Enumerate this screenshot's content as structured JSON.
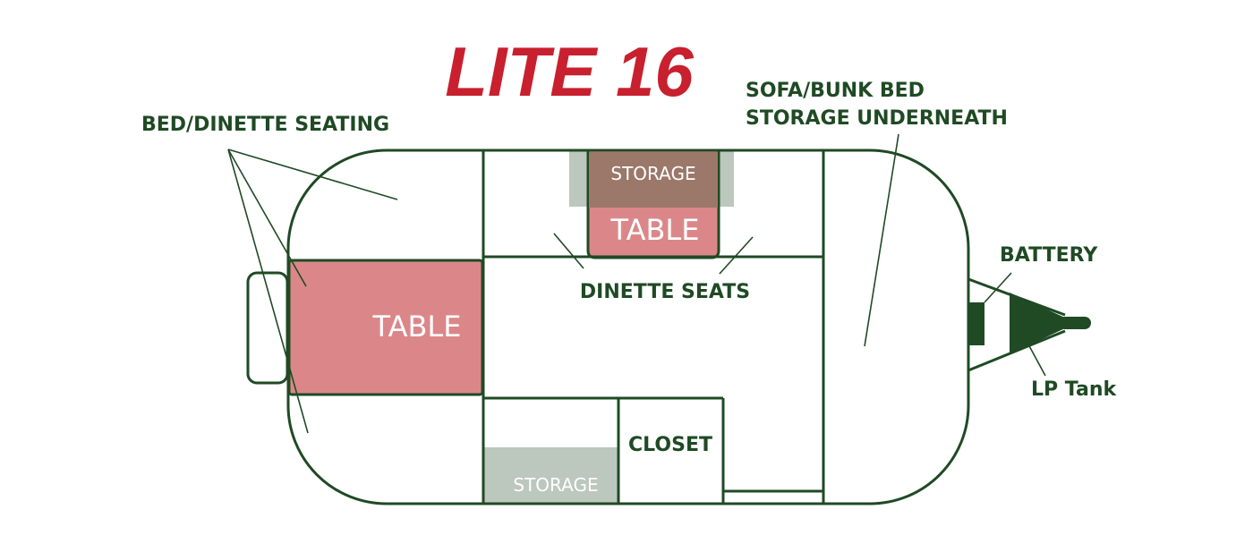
{
  "title": "LITE 16",
  "labels": {
    "bed_dinette_seating": "BED/DINETTE SEATING",
    "sofa_line1": "SOFA/BUNK BED",
    "sofa_line2": "STORAGE UNDERNEATH",
    "battery": "BATTERY",
    "lp_tank": "LP Tank",
    "dinette_seats": "DINETTE SEATS",
    "closet": "CLOSET",
    "storage_top": "STORAGE",
    "storage_bottom": "STORAGE",
    "table_left": "TABLE",
    "table_right": "TABLE"
  },
  "colors": {
    "title_red": "#c8202e",
    "outline_green": "#1f4a24",
    "table_pink": "#db878a",
    "storage_brown": "#9b786a",
    "storage_gray": "#bcc7bd",
    "white": "#ffffff"
  }
}
